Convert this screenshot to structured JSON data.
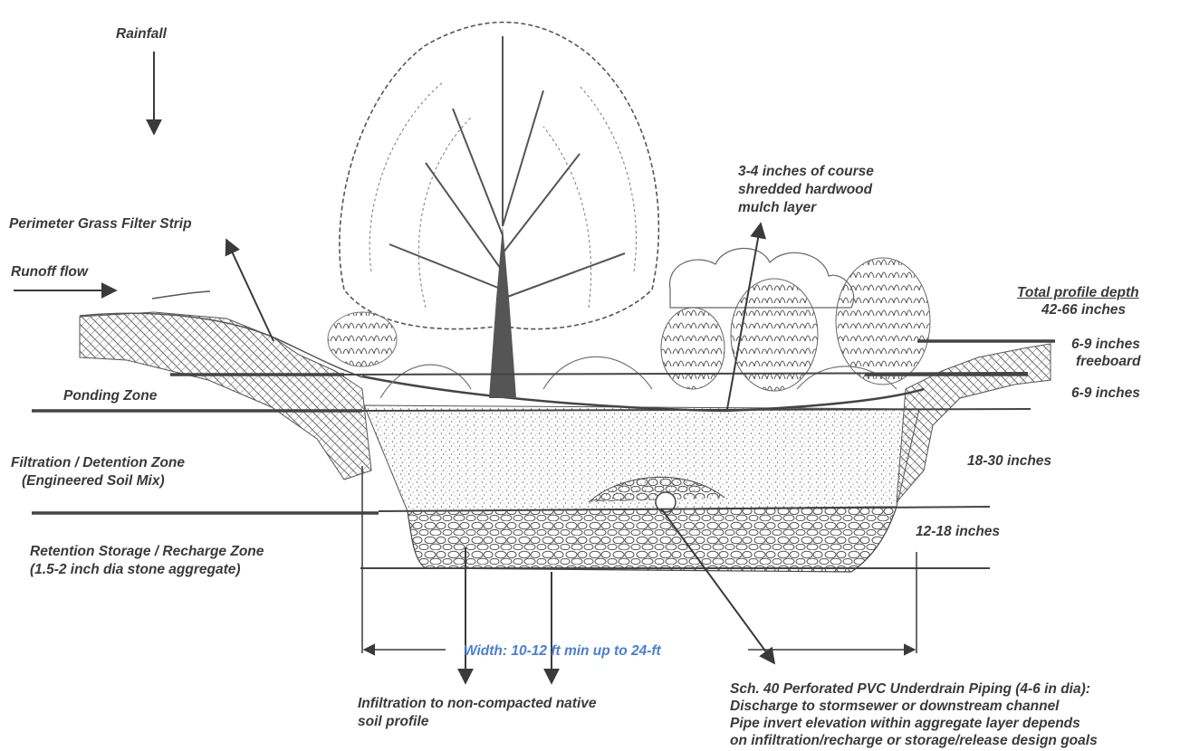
{
  "labels": {
    "rainfall": "Rainfall",
    "grass_strip": "Perimeter Grass Filter Strip",
    "runoff": "Runoff flow",
    "ponding": "Ponding Zone",
    "filtration_1": "Filtration / Detention Zone",
    "filtration_2": "(Engineered Soil Mix)",
    "retention_1": "Retention Storage / Recharge Zone",
    "retention_2": "(1.5-2 inch dia stone aggregate)",
    "mulch_1": "3-4 inches of course",
    "mulch_2": "shredded hardwood",
    "mulch_3": "mulch layer",
    "total_depth_title": "Total profile depth",
    "total_depth_value": "42-66 inches",
    "freeboard_1": "6-9 inches",
    "freeboard_2": "freeboard",
    "ponding_depth": "6-9 inches",
    "filtration_depth": "18-30 inches",
    "retention_depth": "12-18 inches",
    "width": "Width: 10-12 ft min up to 24-ft",
    "infiltration_1": "Infiltration to non-compacted native",
    "infiltration_2": "soil profile",
    "underdrain_1": "Sch. 40 Perforated PVC Underdrain Piping (4-6 in dia):",
    "underdrain_2": "Discharge to stormsewer or downstream channel",
    "underdrain_3": "Pipe invert elevation within aggregate layer depends",
    "underdrain_4": "on infiltration/recharge or storage/release design goals"
  },
  "colors": {
    "ink": "#3a3a3a",
    "width_label": "#4a7fd6"
  }
}
